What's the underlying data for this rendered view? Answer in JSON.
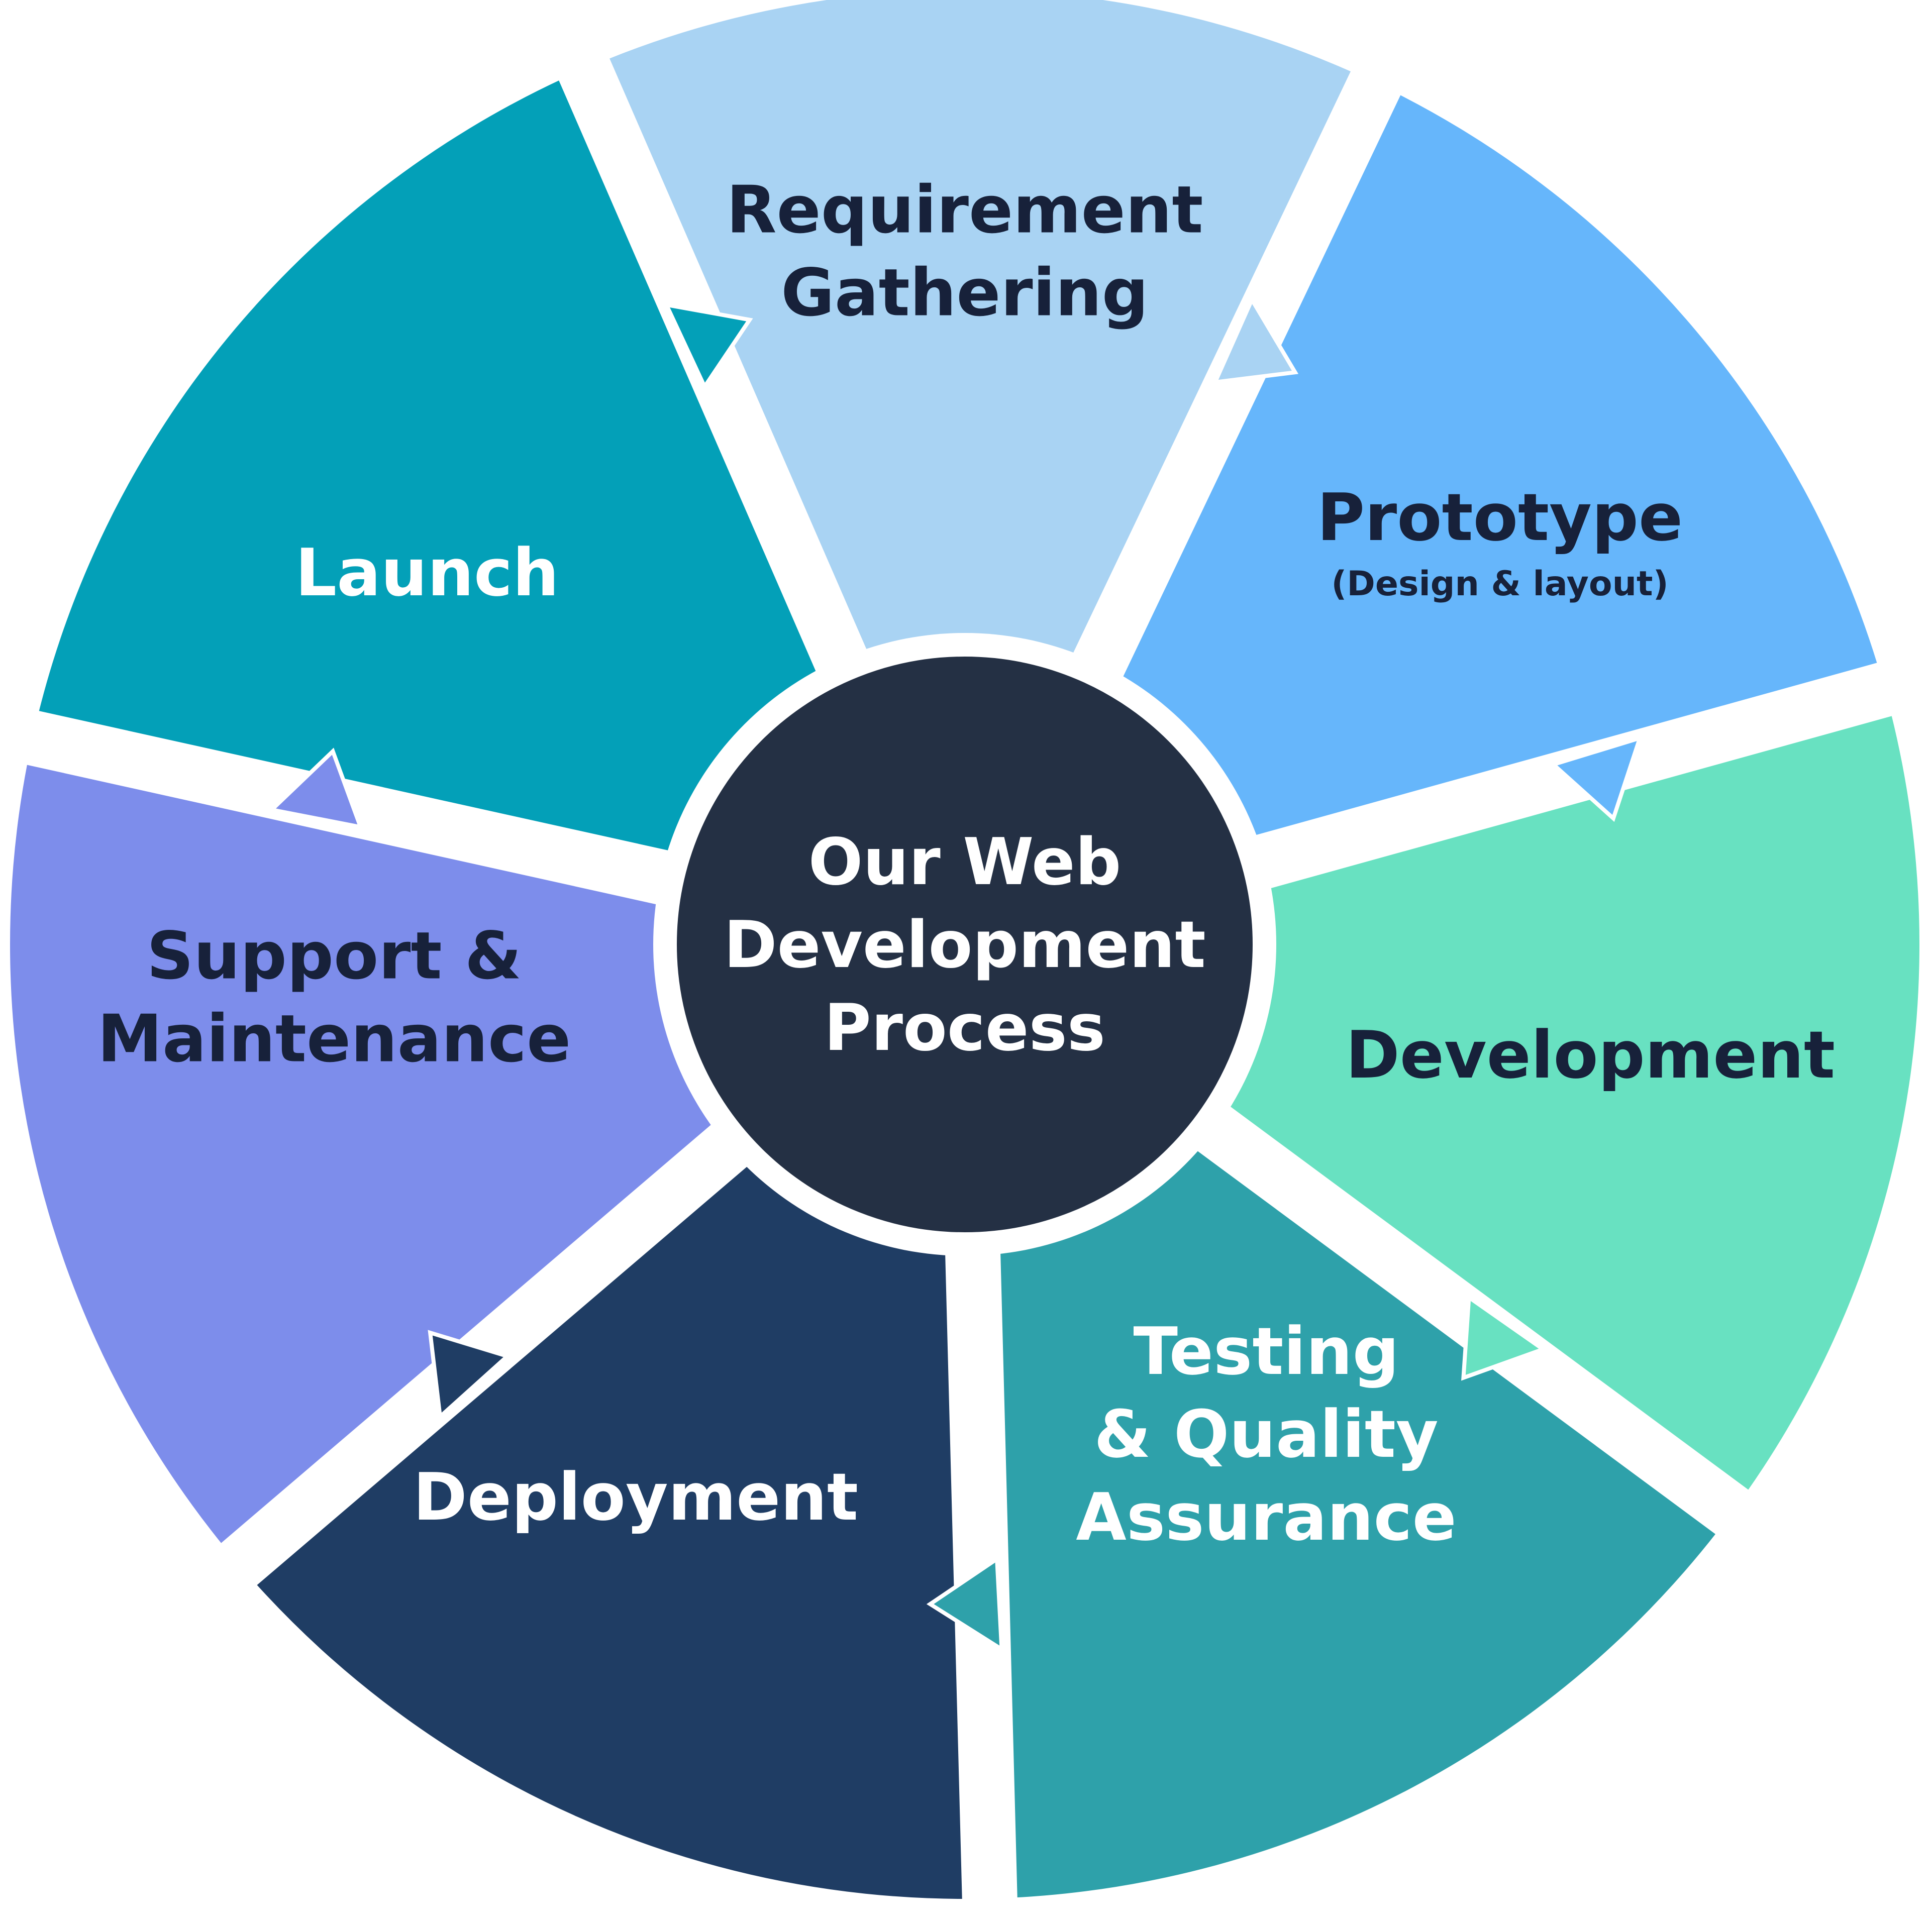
{
  "center": {
    "lines": [
      "Our Web",
      "Development",
      "Process"
    ],
    "fill": "#243044",
    "text_color": "#ffffff"
  },
  "segments": [
    {
      "key": "requirement",
      "lines": [
        "Requirement",
        "Gathering"
      ],
      "fill": "#a9d3f3",
      "text_color": "#17213a"
    },
    {
      "key": "prototype",
      "lines": [
        "Prototype"
      ],
      "sublines": [
        "(Design & layout)"
      ],
      "fill": "#66b6fb",
      "text_color": "#17213a"
    },
    {
      "key": "development",
      "lines": [
        "Development"
      ],
      "fill": "#68e1c1",
      "text_color": "#17213a"
    },
    {
      "key": "testing",
      "lines": [
        "Testing",
        "& Quality",
        "Assurance"
      ],
      "fill": "#2ea1aa",
      "text_color": "#ffffff"
    },
    {
      "key": "deployment",
      "lines": [
        "Deployment"
      ],
      "fill": "#1f3d64",
      "text_color": "#ffffff"
    },
    {
      "key": "support",
      "lines": [
        "Support &",
        "Maintenance"
      ],
      "fill": "#7d8deb",
      "text_color": "#17213a"
    },
    {
      "key": "launch",
      "lines": [
        "Launch"
      ],
      "fill": "#03a0b8",
      "text_color": "#ffffff"
    }
  ]
}
